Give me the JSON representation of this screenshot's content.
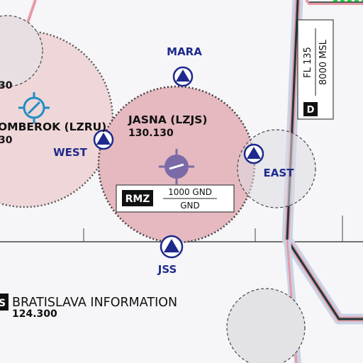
{
  "airspace": {
    "main_aerodrome": {
      "name": "JASNA (LZJS)",
      "frequency": "130.130"
    },
    "left_aerodrome": {
      "name": "OMBEROK (LZRU)",
      "frequency_fragment": "30"
    },
    "top_left_fragment": "30",
    "rmz": {
      "badge": "RMZ",
      "upper": "1000 GND",
      "lower": "GND"
    },
    "fir": {
      "badge": "S",
      "name": "BRATISLAVA INFORMATION",
      "frequency": "124.300"
    },
    "vertical_limits": {
      "badge": "D",
      "upper": "FL 135",
      "lower": "8000 MSL"
    }
  },
  "reporting_points": [
    {
      "id": "mara",
      "label": "MARA"
    },
    {
      "id": "west",
      "label": "WEST"
    },
    {
      "id": "east",
      "label": "EAST"
    },
    {
      "id": "jss",
      "label": "JSS"
    }
  ],
  "colors": {
    "ctr_fill": "#e5b9bf",
    "ctr_fill_light": "#efd6d9",
    "navy": "#1f2a8c",
    "route_blue": "#c9d3e6",
    "route_dark": "#1b3a3a",
    "boundary_pink": "#e79aa6",
    "green_accent": "#2ecc40"
  }
}
